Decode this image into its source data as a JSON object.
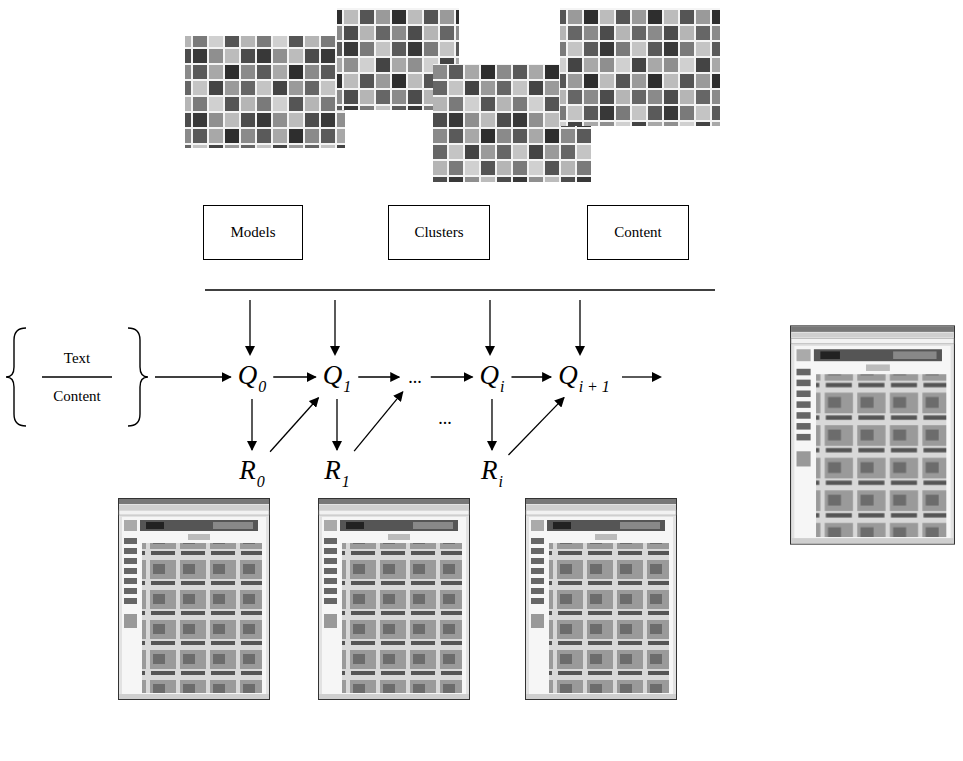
{
  "diagram": {
    "nodes": [
      {
        "text": [
          "Models"
        ]
      },
      {
        "text": [
          "Clusters"
        ]
      },
      {
        "text": [
          "Content"
        ]
      },
      {
        "text": [
          "Text",
          "Content"
        ]
      },
      {
        "text": [
          "Q",
          "0"
        ]
      },
      {
        "text": [
          "Q",
          "1"
        ]
      },
      {
        "text": [
          "..."
        ]
      },
      {
        "text": [
          "Q",
          "i"
        ]
      },
      {
        "text": [
          "Q",
          "i + 1"
        ]
      },
      {
        "text": [
          "R",
          "0"
        ]
      },
      {
        "text": [
          "R",
          "1"
        ]
      },
      {
        "text": [
          "R",
          "i"
        ]
      }
    ],
    "edges": [
      {
        "from": 3,
        "to": 4,
        "arrow": "to"
      },
      {
        "from": 4,
        "to": 5,
        "arrow": "to"
      },
      {
        "from": 5,
        "to": 6,
        "arrow": "to"
      },
      {
        "from": 6,
        "to": 7,
        "arrow": "to"
      },
      {
        "from": 7,
        "to": 8,
        "arrow": "to"
      },
      {
        "from": 4,
        "to": 9,
        "arrow": "to"
      },
      {
        "from": 9,
        "to": 5,
        "arrow": "to"
      },
      {
        "from": 5,
        "to": 10,
        "arrow": "to"
      },
      {
        "from": 10,
        "to": 6,
        "arrow": "to"
      },
      {
        "from": 7,
        "to": 11,
        "arrow": "to"
      },
      {
        "from": 11,
        "to": 8,
        "arrow": "to"
      }
    ],
    "labels": [
      "..."
    ]
  }
}
